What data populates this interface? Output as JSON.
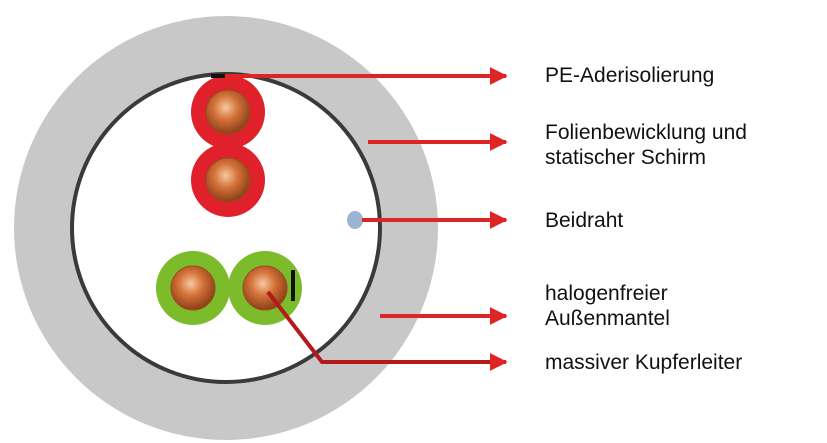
{
  "labels": {
    "pe_insulation": "PE-Aderisolierung",
    "foil_wrap": [
      "Folienbewicklung und",
      "statischer Schirm"
    ],
    "drain_wire": "Beidraht",
    "outer_sheath": [
      "halogenfreier",
      "Außenmantel"
    ],
    "conductor": "massiver Kupferleiter"
  },
  "colors": {
    "outer_sheath": "#c8c8c8",
    "foil_shield": "#3a3a3a",
    "core_red": "#e0202a",
    "core_green": "#7cbc2a",
    "copper": "#d4733a",
    "drain_wire": "#9bb4d2",
    "arrow": "#e02424",
    "conductor_line": "#b51a1a"
  }
}
